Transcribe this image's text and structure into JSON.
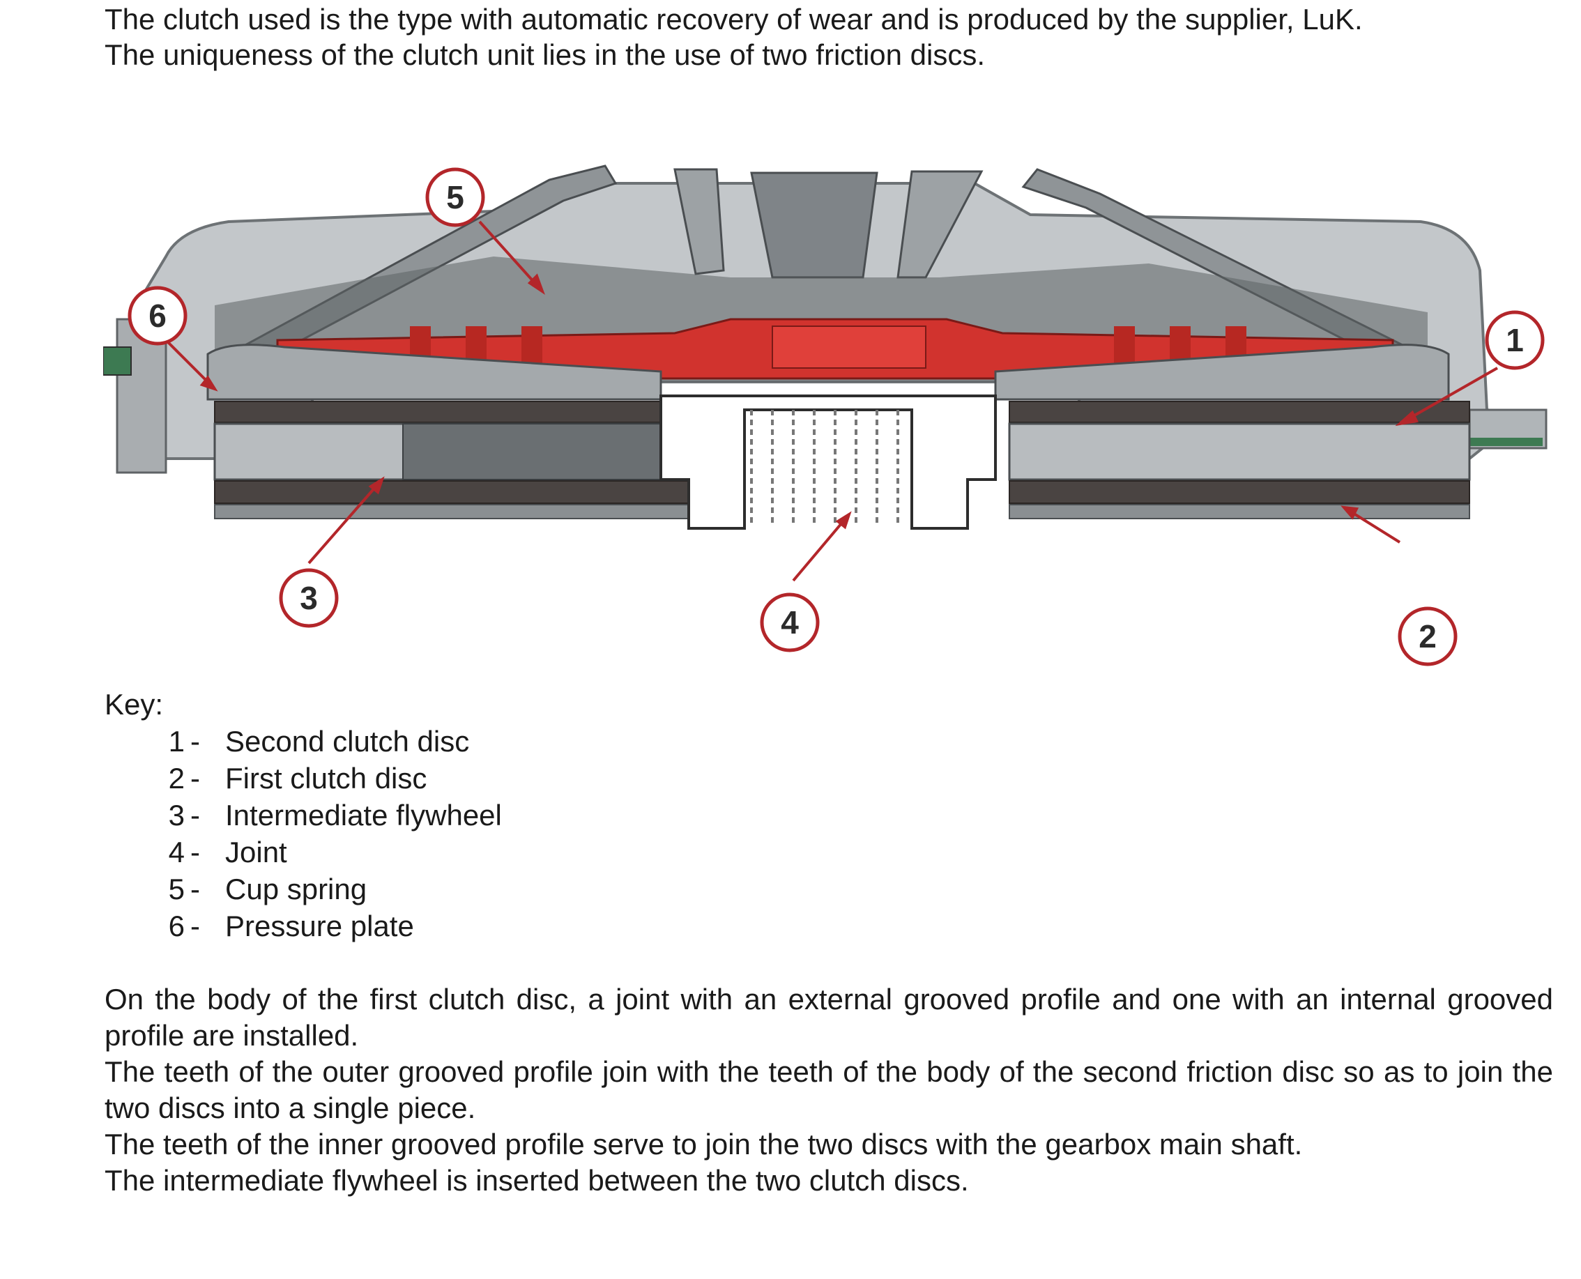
{
  "intro": {
    "line1": "The clutch used is the type with automatic recovery of wear and is produced by the supplier, LuK.",
    "line2": "The uniqueness of the clutch unit lies in the use of two friction discs."
  },
  "figure": {
    "callouts": [
      "1",
      "2",
      "3",
      "4",
      "5",
      "6"
    ],
    "colors": {
      "callout_red": "#b3262a",
      "component_red": "#d1332e",
      "steel_light": "#b8bcbf",
      "steel_mid": "#8f9497",
      "steel_dark": "#5d6265",
      "friction_dark": "#4a4442"
    }
  },
  "key": {
    "title": "Key:",
    "items": [
      {
        "num": "1",
        "dash": "-",
        "label": "Second clutch disc"
      },
      {
        "num": "2",
        "dash": "-",
        "label": "First clutch disc"
      },
      {
        "num": "3",
        "dash": "-",
        "label": "Intermediate flywheel"
      },
      {
        "num": "4",
        "dash": "-",
        "label": "Joint"
      },
      {
        "num": "5",
        "dash": "-",
        "label": "Cup spring"
      },
      {
        "num": "6",
        "dash": "-",
        "label": "Pressure plate"
      }
    ]
  },
  "body": {
    "p1": "On the body of the first clutch disc, a joint with an external grooved profile and one with an internal grooved profile are installed.",
    "p2": "The teeth of the outer grooved profile join with the teeth of the body of the second friction disc so as to join the two discs into a single piece.",
    "p3": "The teeth of the inner grooved profile serve to join the two discs with the gearbox main shaft.",
    "p4": "The intermediate flywheel is inserted between the two clutch discs."
  }
}
